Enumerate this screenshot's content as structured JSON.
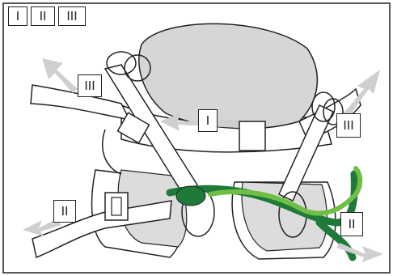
{
  "legend": [
    "I",
    "II",
    "III"
  ],
  "step_labels": {
    "arrow_right_top": "I",
    "arrow_left_low": "II",
    "arrow_right_low": "II",
    "arrow_left_top": "III",
    "arrow_right_up": "III"
  },
  "colors": {
    "outline": "#222222",
    "grey_fill": "#d9d9d9",
    "arrow_grey": "#cfcfcf",
    "rope_dark": "#1f7a3a",
    "rope_light": "#6fbf45"
  }
}
